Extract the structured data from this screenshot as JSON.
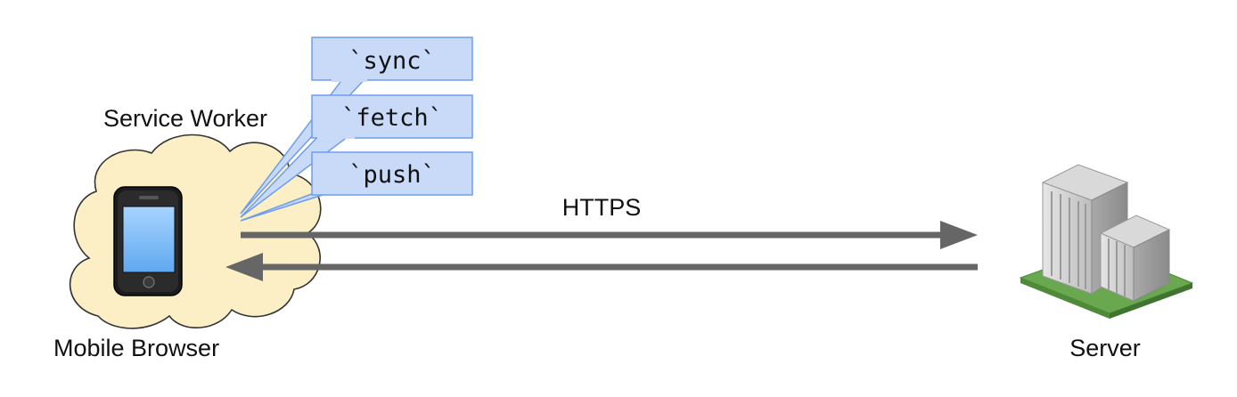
{
  "labels": {
    "service_worker": "Service Worker",
    "mobile_browser": "Mobile Browser",
    "server": "Server",
    "https": "HTTPS"
  },
  "events": [
    {
      "label": "`sync`"
    },
    {
      "label": "`fetch`"
    },
    {
      "label": "`push`"
    }
  ],
  "icons": {
    "phone": "mobile-phone-icon",
    "server": "server-building-icon",
    "cloud": "cloud-icon"
  },
  "colors": {
    "cloud_fill": "#fcefc6",
    "cloud_stroke": "#333333",
    "callout_fill": "#c9daf8",
    "callout_stroke": "#6d9eeb",
    "arrow": "#666666",
    "grass": "#6aa84f"
  }
}
